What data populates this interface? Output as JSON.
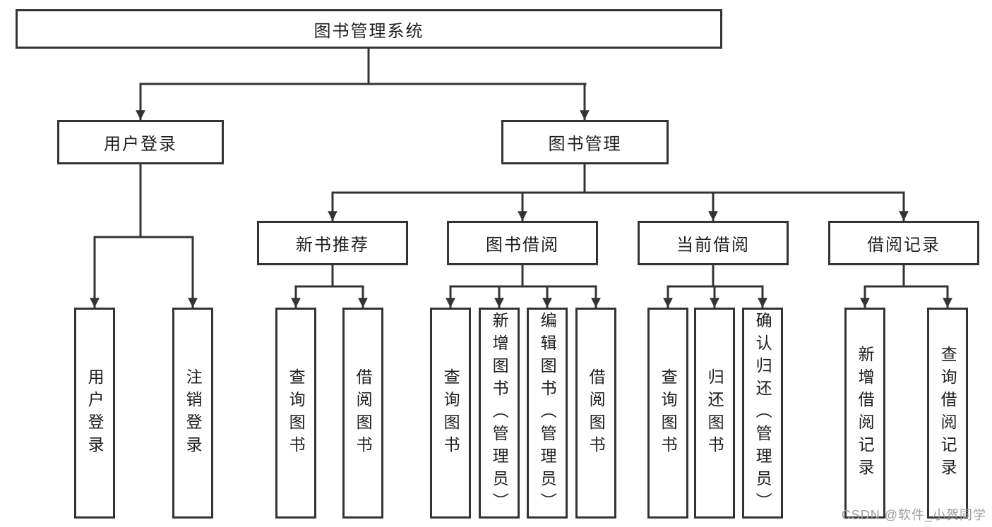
{
  "diagram": {
    "root": {
      "label": "图书管理系统"
    },
    "level2": [
      {
        "label": "用户登录"
      },
      {
        "label": "图书管理"
      }
    ],
    "level3": [
      {
        "label": "新书推荐"
      },
      {
        "label": "图书借阅"
      },
      {
        "label": "当前借阅"
      },
      {
        "label": "借阅记录"
      }
    ],
    "leaves": {
      "user_login": [
        "用户登录",
        "注销登录"
      ],
      "new_book": [
        "查询图书",
        "借阅图书"
      ],
      "book_borrow": [
        "查询图书",
        "新增图书（管理员）",
        "编辑图书（管理员）",
        "借阅图书"
      ],
      "current_borrow": [
        "查询图书",
        "归还图书",
        "确认归还（管理员）"
      ],
      "borrow_record": [
        "新增借阅记录",
        "查询借阅记录"
      ]
    }
  },
  "watermark": {
    "text": "CSDN @软件_小贺同学"
  },
  "colors": {
    "line": "#333333",
    "box_fill": "#ffffff",
    "text": "#1f1f1f",
    "watermark": "#9c9c9c"
  }
}
